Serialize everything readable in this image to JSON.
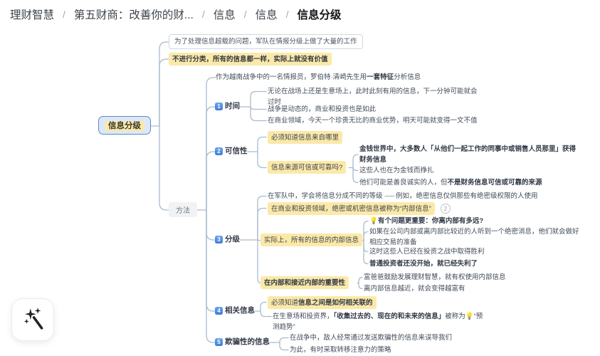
{
  "breadcrumb": {
    "separator": "/",
    "items": [
      "理财智慧",
      "第五财商：改善你的财...",
      "信息",
      "信息",
      "信息分级"
    ]
  },
  "root_label": "信息分级",
  "nodes": {
    "overload": "为了处理信息超载的问题，军队在情报分级上做了大量的工作",
    "no_classify": "不进行分类，所有的信息都一样，实际上就没有价值",
    "method": "方法",
    "intro": {
      "pre": "作为越南战争中的一名情报员，罗伯特·清崎先生用",
      "bold": "一套特征",
      "post": "分析信息"
    },
    "time": {
      "num": "1",
      "label": "时间",
      "c1": "无论在战场上还是生意场上，此时此刻有用的信息，下一分钟可能就会过时",
      "c2": "战争是动态的，商业和投资也是如此",
      "c3": "在商业领域，今天一个珍贵无比的商业优势，明天可能就变得一文不值"
    },
    "credibility": {
      "num": "2",
      "label": "可信性",
      "must_know": "必须知道信息来自哪里",
      "question": "信息来源可信或可靠吗?",
      "g1": "金钱世界中，大多数人「从他们一起工作的同事中或销售人员那里」获得财务信息",
      "g2": "这些人也在为金钱而挣扎",
      "g3_pre": "他们可能是善良诚实的人，但",
      "g3_bold": "不是财务信息可信或可靠的来源"
    },
    "grading": {
      "num": "3",
      "label": "分级",
      "army": "在军队中，学会将信息分成不同的等级",
      "army_example": "例如，绝密信息仅供那些有绝密级权限的人使用",
      "business": "在商业和投资领域，绝密或机密信息被称为“内部信息”",
      "business_badge": "2",
      "inside": "实际上，所有的信息的内部信息",
      "q1_icon": "💡",
      "q1": "有个问题更重要：你离内部有多远?",
      "q2": "如果在公司内部或离内部比较近的人听到一个绝密消息，他们就会做好相应交易的准备",
      "q3": "这时这些人已经在投资之战中取得胜利",
      "q4": "普通投资者还没开始，就已经失利了",
      "importance": "在内部和接近内部的重要性",
      "r1": "富爸爸鼓励发展理财智慧，就有权使用内部信息",
      "r2": "离内部信息越近，就会变得越富有"
    },
    "related": {
      "num": "4",
      "label": "相关信息",
      "c1_pre": "必须知道",
      "c1_bold": "信息之间是如何相关联的",
      "c2_pre": "在生意场和投资界，",
      "c2_bold": "「收集过去的、现在的和未来的信息」",
      "c2_mid": "被称为",
      "c2_icon": "💡",
      "c2_post": "“预测趋势”"
    },
    "deceptive": {
      "num": "5",
      "label": "欺骗性的信息",
      "c1": "在战争中，敌人经常通过发送欺骗性的信息来误导我们",
      "c2": "为此，有时采取转移注意力的策略"
    }
  },
  "colors": {
    "highlight": "#fbe9a9",
    "connector": "#a9bbcc",
    "root_bg": "#dbe8fa",
    "root_border": "#5d89c8",
    "badge_blue": "#3d7dd8"
  },
  "fab": {
    "icon": "magic-wand"
  }
}
